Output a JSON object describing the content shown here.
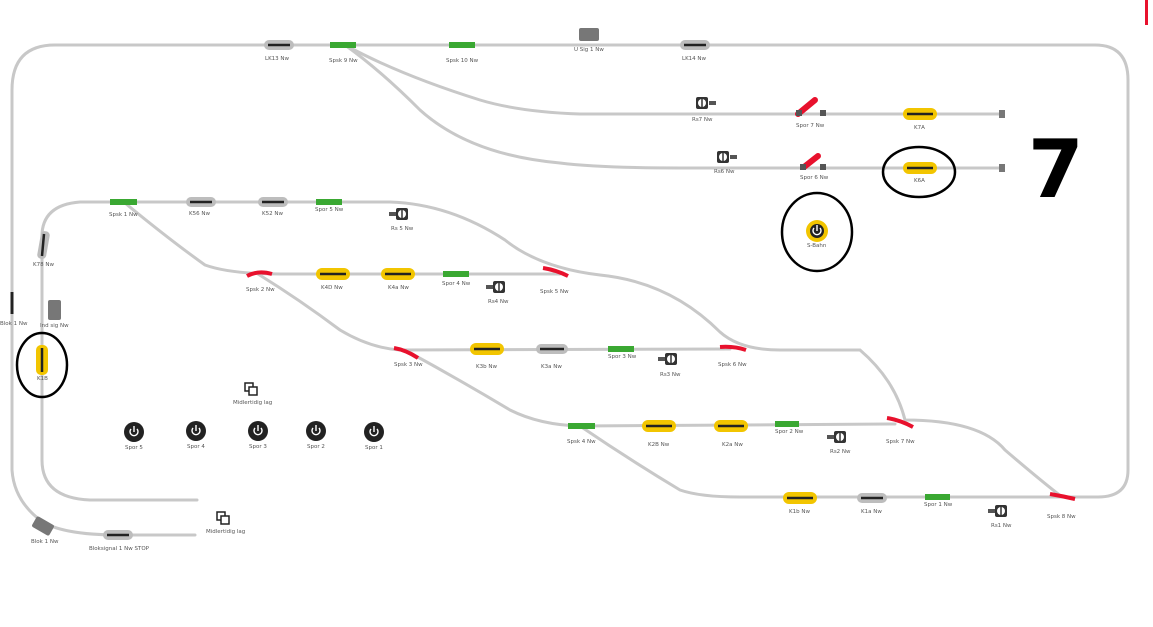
{
  "panel": {
    "number": "7"
  },
  "labels": {
    "lk13": "LK13 Nw",
    "spsk9": "Spsk 9 Nw",
    "spsk10": "Spsk 10 Nw",
    "usig1": "U Sig 1 Nw",
    "lk14": "LK14 Nw",
    "rs7": "Rs7 Nw",
    "spor7": "Spor 7 Nw",
    "k7a": "K7A",
    "rs6": "Rs6 Nw",
    "spor6": "Spor 6 Nw",
    "k6a": "K6A",
    "sbahn": "S-Bahn",
    "spsk1": "Spsk 1 Nw",
    "k56": "K56 Nw",
    "k52": "K52 Nw",
    "spor5": "Spor 5 Nw",
    "rs5": "Rs 5 Nw",
    "k78": "K78 Nw",
    "spsk2": "Spsk 2 Nw",
    "k4d": "K4D Nw",
    "k4a": "K4a Nw",
    "spor4": "Spor 4 Nw",
    "rs4": "Rs4 Nw",
    "spsk5": "Spsk 5 Nw",
    "blok1": "Blok 1 Nw",
    "indsig": "Ind sig Nw",
    "k1b": "K1B",
    "spsk3": "Spsk 3 Nw",
    "k3b": "K3b Nw",
    "k3a": "K3a Nw",
    "spor3": "Spor 3 Nw",
    "rs3": "Rs3 Nw",
    "spsk6": "Spsk 6 Nw",
    "midlertidig1": "Midlertidig lag",
    "spor5btn": "Spor 5",
    "spor4btn": "Spor 4",
    "spor3btn": "Spor 3",
    "spor2btn": "Spor 2",
    "spor1btn": "Spor 1",
    "spsk4": "Spsk 4 Nw",
    "k2b": "K2B Nw",
    "k2a": "K2a Nw",
    "spor2": "Spor 2 Nw",
    "rs2": "Rs2 Nw",
    "spsk7": "Spsk 7 Nw",
    "k1b2": "K1b Nw",
    "k1a": "K1a Nw",
    "spor1": "Spor 1 Nw",
    "rs1": "Rs1 Nw",
    "spsk8": "Spsk 8 Nw",
    "blok1bottom": "Blok 1 Nw",
    "bloksignal": "Bloksignal 1 Nw STOP",
    "midlertidig2": "Midlertidig lag"
  },
  "colors": {
    "track": "#c8c8c8",
    "occupied": "#f2c500",
    "free_signal": "#3aa832",
    "switch_red": "#e8112d",
    "block_gray": "#bdbdbd",
    "dark": "#333333"
  }
}
